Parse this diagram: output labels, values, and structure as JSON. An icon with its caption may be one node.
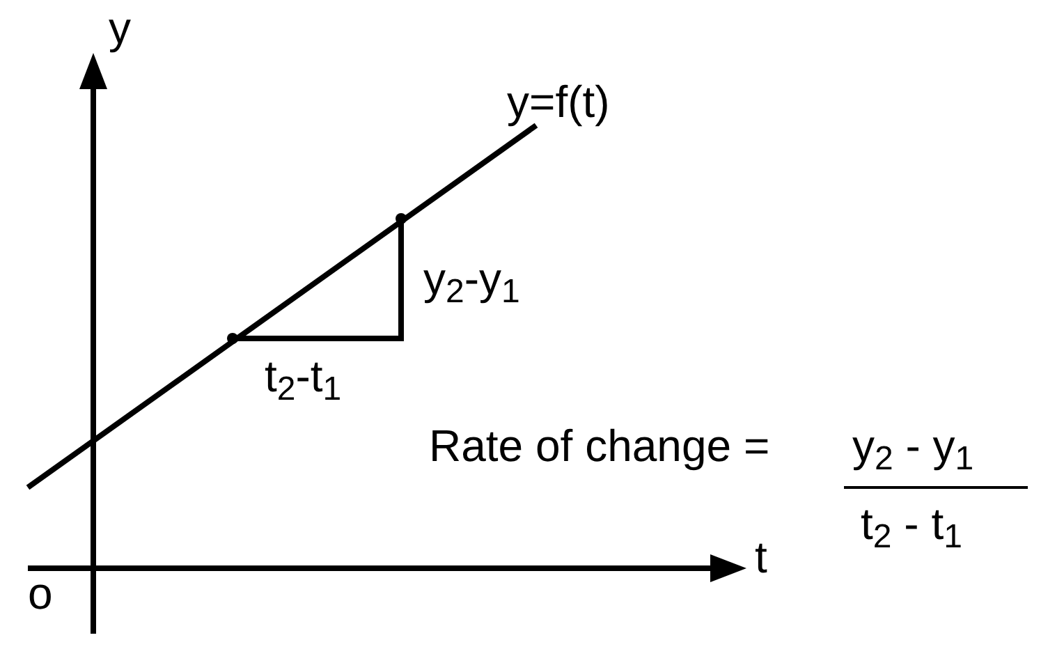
{
  "diagram": {
    "labels": [
      "y",
      "y=f(t)",
      "y$_{2}$-y$_{1}$",
      "t$_{2}$-t$_{1}$",
      "Rate of change =",
      "y$_{2}$ - y$_{1}$",
      "t$_{2}$ - t$_{1}$",
      "t",
      "o"
    ]
  }
}
